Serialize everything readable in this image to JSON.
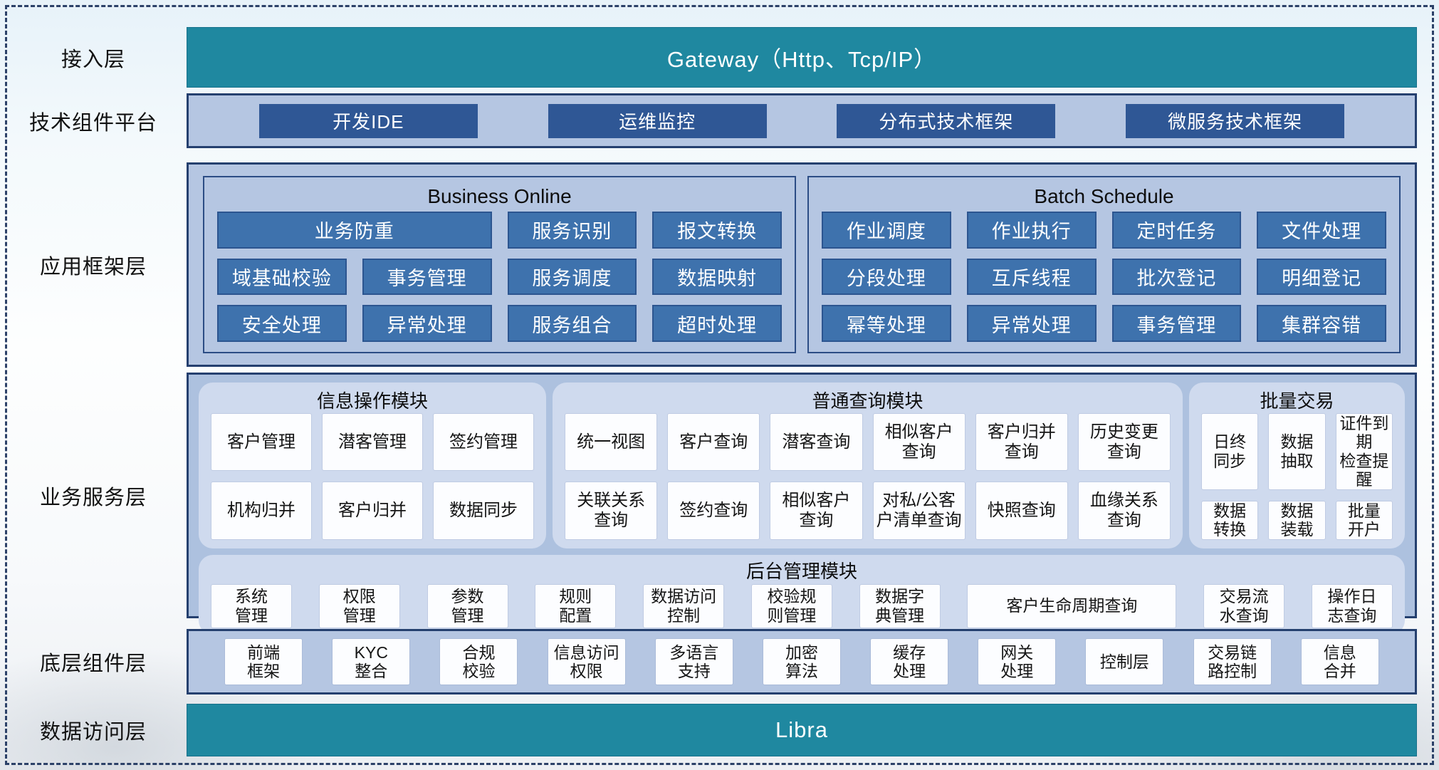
{
  "colors": {
    "teal": "#1f88a0",
    "navy_button": "#2f5795",
    "blue_button": "#3e72ad",
    "panel_fill": "#b5c6e2",
    "service_fill": "#adc1df",
    "round_panel_fill": "#cfdaee",
    "panel_border": "#25406f",
    "dashed_frame": "#2c4168"
  },
  "layers": {
    "access": {
      "label": "接入层",
      "gateway_label": "Gateway（Http、Tcp/IP）"
    },
    "tech_platform": {
      "label": "技术组件平台",
      "items": [
        "开发IDE",
        "运维监控",
        "分布式技术框架",
        "微服务技术框架"
      ]
    },
    "app_framework": {
      "label": "应用框架层",
      "business_online": {
        "title": "Business Online",
        "wide_cell": "业务防重",
        "row1": [
          "服务识别",
          "报文转换"
        ],
        "row2": [
          "域基础校验",
          "事务管理",
          "服务调度",
          "数据映射"
        ],
        "row3": [
          "安全处理",
          "异常处理",
          "服务组合",
          "超时处理"
        ]
      },
      "batch_schedule": {
        "title": "Batch Schedule",
        "row1": [
          "作业调度",
          "作业执行",
          "定时任务",
          "文件处理"
        ],
        "row2": [
          "分段处理",
          "互斥线程",
          "批次登记",
          "明细登记"
        ],
        "row3": [
          "幂等处理",
          "异常处理",
          "事务管理",
          "集群容错"
        ]
      }
    },
    "business_service": {
      "label": "业务服务层",
      "info_module": {
        "title": "信息操作模块",
        "row1": [
          "客户管理",
          "潜客管理",
          "签约管理"
        ],
        "row2": [
          "机构归并",
          "客户归并",
          "数据同步"
        ]
      },
      "query_module": {
        "title": "普通查询模块",
        "row1": [
          "统一视图",
          "客户查询",
          "潜客查询",
          "相似客户\n查询",
          "客户归并\n查询",
          "历史变更\n查询"
        ],
        "row2": [
          "关联关系\n查询",
          "签约查询",
          "相似客户\n查询",
          "对私/公客\n户清单查询",
          "快照查询",
          "血缘关系\n查询"
        ]
      },
      "batch_module": {
        "title": "批量交易",
        "row1": [
          "日终\n同步",
          "数据\n抽取",
          "证件到期\n检查提醒"
        ],
        "row2": [
          "数据\n转换",
          "数据\n装载",
          "批量\n开户"
        ]
      },
      "admin_module": {
        "title": "后台管理模块",
        "items": [
          "系统\n管理",
          "权限\n管理",
          "参数\n管理",
          "规则\n配置",
          "数据访问\n控制",
          "校验规\n则管理",
          "数据字\n典管理",
          "客户生命周期查询",
          "交易流\n水查询",
          "操作日\n志查询"
        ]
      }
    },
    "base_components": {
      "label": "底层组件层",
      "items": [
        "前端\n框架",
        "KYC\n整合",
        "合规\n校验",
        "信息访问\n权限",
        "多语言\n支持",
        "加密\n算法",
        "缓存\n处理",
        "网关\n处理",
        "控制层",
        "交易链\n路控制",
        "信息\n合并"
      ]
    },
    "data_access": {
      "label": "数据访问层",
      "libra_label": "Libra"
    }
  }
}
